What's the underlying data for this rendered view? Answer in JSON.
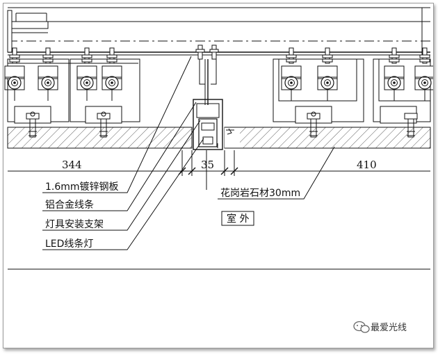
{
  "drawing": {
    "dimensions": {
      "left_width": "344",
      "center_width": "35",
      "right_width": "410"
    },
    "callouts": [
      {
        "text": "1.6mm镀锌钢板"
      },
      {
        "text": "铝合金线条"
      },
      {
        "text": "灯具安装支架"
      },
      {
        "text": "LED线条灯"
      }
    ],
    "stone_label": "花岗岩石材30mm",
    "outdoor_label": "室 外"
  },
  "watermark": {
    "icon": "wechat-icon",
    "text": "最爱光线"
  },
  "colors": {
    "line": "#111111",
    "frame_border": "#9a9a9a"
  }
}
